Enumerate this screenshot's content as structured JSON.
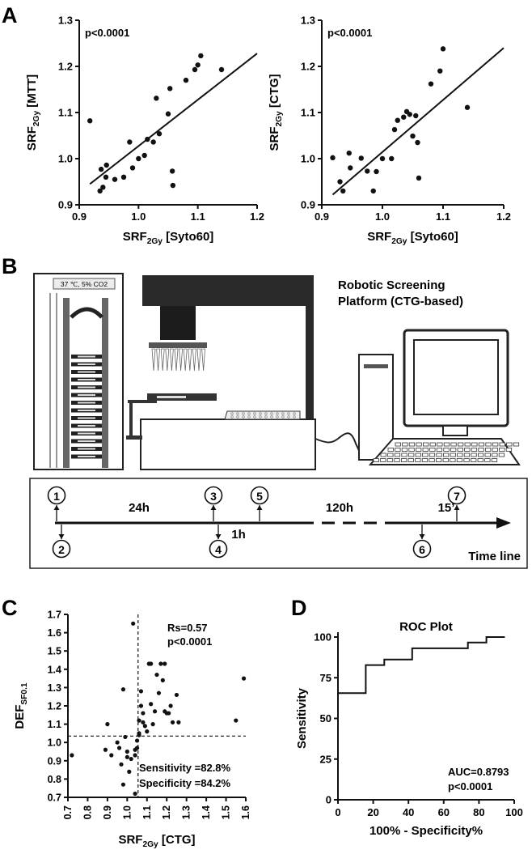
{
  "figure": {
    "panel_A_label": "A",
    "panel_B_label": "B",
    "panel_C_label": "C",
    "panel_D_label": "D"
  },
  "colors": {
    "ink": "#111111",
    "device": "#3a3a3a",
    "panel_bg": "#ffffff"
  },
  "panel_b": {
    "incubator_label": "37 ℃, 5% CO2",
    "platform_title_1": "Robotic Screening",
    "platform_title_2": "Platform (CTG-based)",
    "timeline": {
      "steps_top": [
        "1",
        "3",
        "5",
        "7"
      ],
      "steps_bottom": [
        "2",
        "4",
        "6"
      ],
      "interval_24h": "24h",
      "interval_1h": "1h",
      "interval_120h": "120h",
      "interval_15": "15’",
      "axis_label": "Time line"
    }
  },
  "chart_data": [
    {
      "id": "A-left",
      "type": "scatter",
      "annotation": "p<0.0001",
      "xlabel_main": "SRF",
      "xlabel_sub": "2Gy",
      "xlabel_tail": " [Syto60]",
      "ylabel_main": "SRF",
      "ylabel_sub": "2Gy",
      "ylabel_tail": " [MTT]",
      "xlim": [
        0.9,
        1.2
      ],
      "ylim": [
        0.9,
        1.3
      ],
      "xticks": [
        "0.9",
        "1.0",
        "1.1",
        "1.2"
      ],
      "yticks": [
        "0.9",
        "1.0",
        "1.1",
        "1.2",
        "1.3"
      ],
      "xtick_vals": [
        0.9,
        1.0,
        1.1,
        1.2
      ],
      "ytick_vals": [
        0.9,
        1.0,
        1.1,
        1.2,
        1.3
      ],
      "points": [
        [
          0.918,
          1.082
        ],
        [
          0.935,
          0.93
        ],
        [
          0.937,
          0.977
        ],
        [
          0.94,
          0.938
        ],
        [
          0.945,
          0.96
        ],
        [
          0.946,
          0.986
        ],
        [
          0.96,
          0.955
        ],
        [
          0.975,
          0.96
        ],
        [
          0.985,
          1.036
        ],
        [
          0.99,
          0.98
        ],
        [
          1.0,
          1.0
        ],
        [
          1.01,
          1.007
        ],
        [
          1.015,
          1.042
        ],
        [
          1.025,
          1.036
        ],
        [
          1.03,
          1.131
        ],
        [
          1.035,
          1.054
        ],
        [
          1.05,
          1.097
        ],
        [
          1.053,
          1.152
        ],
        [
          1.057,
          0.973
        ],
        [
          1.058,
          0.942
        ],
        [
          1.08,
          1.17
        ],
        [
          1.095,
          1.193
        ],
        [
          1.1,
          1.203
        ],
        [
          1.105,
          1.223
        ],
        [
          1.14,
          1.193
        ]
      ],
      "fit": [
        [
          0.918,
          0.945
        ],
        [
          1.2,
          1.228
        ]
      ]
    },
    {
      "id": "A-right",
      "type": "scatter",
      "annotation": "p<0.0001",
      "xlabel_main": "SRF",
      "xlabel_sub": "2Gy",
      "xlabel_tail": " [Syto60]",
      "ylabel_main": "SRF",
      "ylabel_sub": "2Gy",
      "ylabel_tail": " [CTG]",
      "xlim": [
        0.9,
        1.2
      ],
      "ylim": [
        0.9,
        1.3
      ],
      "xticks": [
        "0.9",
        "1.0",
        "1.1",
        "1.2"
      ],
      "yticks": [
        "0.9",
        "1.0",
        "1.1",
        "1.2",
        "1.3"
      ],
      "xtick_vals": [
        0.9,
        1.0,
        1.1,
        1.2
      ],
      "ytick_vals": [
        0.9,
        1.0,
        1.1,
        1.2,
        1.3
      ],
      "points": [
        [
          0.918,
          1.002
        ],
        [
          0.93,
          0.95
        ],
        [
          0.935,
          0.93
        ],
        [
          0.945,
          1.012
        ],
        [
          0.947,
          0.98
        ],
        [
          0.965,
          1.001
        ],
        [
          0.975,
          0.973
        ],
        [
          0.985,
          0.93
        ],
        [
          0.99,
          0.972
        ],
        [
          1.0,
          1.0
        ],
        [
          1.015,
          1.0
        ],
        [
          1.02,
          1.063
        ],
        [
          1.025,
          1.083
        ],
        [
          1.035,
          1.09
        ],
        [
          1.04,
          1.102
        ],
        [
          1.045,
          1.096
        ],
        [
          1.05,
          1.049
        ],
        [
          1.055,
          1.093
        ],
        [
          1.058,
          1.035
        ],
        [
          1.06,
          0.958
        ],
        [
          1.08,
          1.162
        ],
        [
          1.095,
          1.19
        ],
        [
          1.1,
          1.238
        ],
        [
          1.14,
          1.111
        ]
      ],
      "fit": [
        [
          0.918,
          0.922
        ],
        [
          1.2,
          1.24
        ]
      ]
    },
    {
      "id": "C",
      "type": "scatter",
      "annotation_1": "Rs=0.57",
      "annotation_2": "p<0.0001",
      "annotation_3": "Sensitivity =82.8%",
      "annotation_4": "Specificity =84.2%",
      "xlabel_main": "SRF",
      "xlabel_sub": "2Gy",
      "xlabel_tail": " [CTG]",
      "ylabel_main": "DEF",
      "ylabel_sub": "SF0.1",
      "ylabel_tail": "",
      "xlim": [
        0.7,
        1.6
      ],
      "ylim": [
        0.7,
        1.7
      ],
      "xticks": [
        "0.7",
        "0.8",
        "0.9",
        "1.0",
        "1.1",
        "1.2",
        "1.3",
        "1.4",
        "1.5",
        "1.6"
      ],
      "yticks": [
        "0.7",
        "0.8",
        "0.9",
        "1.0",
        "1.1",
        "1.2",
        "1.3",
        "1.4",
        "1.5",
        "1.6",
        "1.7"
      ],
      "xtick_vals": [
        0.7,
        0.8,
        0.9,
        1.0,
        1.1,
        1.2,
        1.3,
        1.4,
        1.5,
        1.6
      ],
      "ytick_vals": [
        0.7,
        0.8,
        0.9,
        1.0,
        1.1,
        1.2,
        1.3,
        1.4,
        1.5,
        1.6,
        1.7
      ],
      "threshold_x": 1.055,
      "threshold_y": 1.035,
      "points": [
        [
          0.72,
          0.93
        ],
        [
          0.89,
          0.96
        ],
        [
          0.9,
          1.1
        ],
        [
          0.92,
          0.93
        ],
        [
          0.95,
          1.0
        ],
        [
          0.96,
          0.97
        ],
        [
          0.97,
          0.88
        ],
        [
          0.98,
          1.29
        ],
        [
          0.98,
          0.77
        ],
        [
          0.99,
          1.03
        ],
        [
          1.0,
          0.95
        ],
        [
          1.0,
          0.92
        ],
        [
          1.01,
          0.84
        ],
        [
          1.02,
          0.91
        ],
        [
          1.03,
          1.65
        ],
        [
          1.04,
          0.72
        ],
        [
          1.04,
          0.93
        ],
        [
          1.04,
          0.96
        ],
        [
          1.05,
          1.01
        ],
        [
          1.05,
          0.97
        ],
        [
          1.06,
          1.04
        ],
        [
          1.06,
          1.12
        ],
        [
          1.06,
          1.05
        ],
        [
          1.07,
          1.2
        ],
        [
          1.07,
          1.28
        ],
        [
          1.08,
          1.16
        ],
        [
          1.08,
          1.11
        ],
        [
          1.09,
          1.09
        ],
        [
          1.1,
          1.06
        ],
        [
          1.11,
          1.43
        ],
        [
          1.12,
          1.43
        ],
        [
          1.12,
          1.21
        ],
        [
          1.13,
          1.1
        ],
        [
          1.14,
          1.17
        ],
        [
          1.15,
          1.37
        ],
        [
          1.16,
          1.27
        ],
        [
          1.17,
          1.43
        ],
        [
          1.18,
          1.34
        ],
        [
          1.19,
          1.43
        ],
        [
          1.19,
          1.17
        ],
        [
          1.2,
          1.16
        ],
        [
          1.21,
          1.16
        ],
        [
          1.22,
          1.2
        ],
        [
          1.23,
          1.11
        ],
        [
          1.25,
          1.26
        ],
        [
          1.26,
          1.11
        ],
        [
          1.55,
          1.12
        ],
        [
          1.59,
          1.35
        ]
      ]
    },
    {
      "id": "D",
      "type": "line",
      "title": "ROC Plot",
      "xlabel": "100% - Specificity%",
      "ylabel": "Sensitivity",
      "annotation_1": "AUC=0.8793",
      "annotation_2": "p<0.0001",
      "xlim": [
        0,
        100
      ],
      "ylim": [
        0,
        100
      ],
      "xticks": [
        "0",
        "20",
        "40",
        "60",
        "80",
        "100"
      ],
      "yticks": [
        "0",
        "25",
        "50",
        "75",
        "100"
      ],
      "xtick_vals": [
        0,
        20,
        40,
        60,
        80,
        100
      ],
      "ytick_vals": [
        0,
        25,
        50,
        75,
        100
      ],
      "roc": [
        [
          0,
          65.5
        ],
        [
          15.8,
          65.5
        ],
        [
          15.8,
          82.8
        ],
        [
          26.3,
          82.8
        ],
        [
          26.3,
          86.2
        ],
        [
          31.6,
          86.2
        ],
        [
          42.1,
          86.2
        ],
        [
          42.1,
          93.1
        ],
        [
          73.7,
          93.1
        ],
        [
          73.7,
          96.6
        ],
        [
          84.2,
          96.6
        ],
        [
          84.2,
          100
        ],
        [
          94.7,
          100
        ]
      ]
    }
  ]
}
